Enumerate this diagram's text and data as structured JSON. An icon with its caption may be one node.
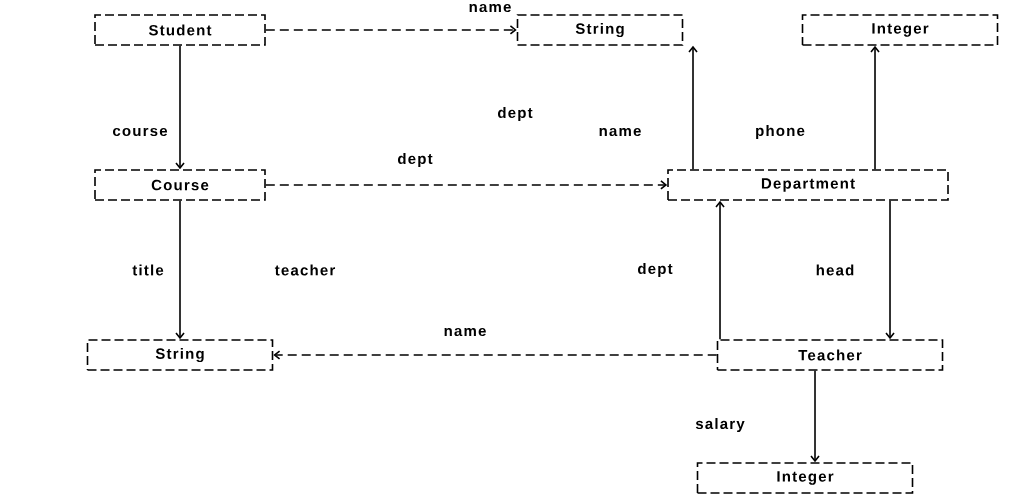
{
  "diagram": {
    "nodes": [
      {
        "text": [
          "Student"
        ]
      },
      {
        "text": [
          "String"
        ]
      },
      {
        "text": [
          "Integer"
        ]
      },
      {
        "text": [
          "Course"
        ]
      },
      {
        "text": [
          "Department"
        ]
      },
      {
        "text": [
          "String"
        ]
      },
      {
        "text": [
          "Teacher"
        ]
      },
      {
        "text": [
          "Integer"
        ]
      }
    ],
    "edges": [
      {
        "from": 0,
        "to": 1,
        "arrow": "to",
        "label": "name",
        "style": "dashed"
      },
      {
        "from": 0,
        "to": 3,
        "arrow": "to",
        "label": "course"
      },
      {
        "from": 4,
        "to": 1,
        "arrow": "to",
        "label": "name"
      },
      {
        "from": 4,
        "to": 2,
        "arrow": "to",
        "label": "phone"
      },
      {
        "from": 3,
        "to": 4,
        "arrow": "to",
        "label": "dept",
        "style": "dashed"
      },
      {
        "from": 3,
        "to": 5,
        "arrow": "to",
        "label": "title"
      },
      {
        "from": 6,
        "to": 4,
        "arrow": "to",
        "label": "dept"
      },
      {
        "from": 4,
        "to": 6,
        "arrow": "to",
        "label": "head"
      },
      {
        "from": 6,
        "to": 5,
        "arrow": "to",
        "label": "name",
        "style": "dashed"
      },
      {
        "from": 6,
        "to": 7,
        "arrow": "to",
        "label": "salary"
      }
    ],
    "labels": [
      "dept",
      "teacher"
    ]
  }
}
